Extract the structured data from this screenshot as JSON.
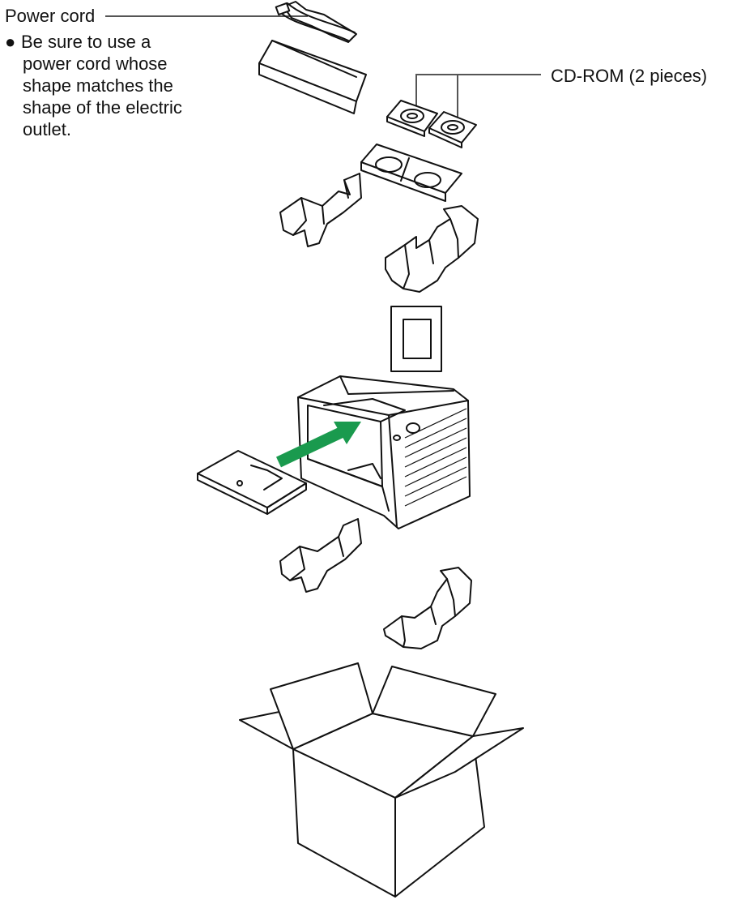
{
  "labels": {
    "power_cord": "Power cord",
    "power_note_lines": [
      "Be sure to use a",
      "power cord whose",
      "shape matches the",
      "shape of the electric",
      "outlet."
    ],
    "bullet": "●",
    "cd_rom": "CD-ROM (2 pieces)"
  },
  "colors": {
    "arrow": "#1a9a4e",
    "ink": "#111111",
    "leader": "#555555"
  }
}
